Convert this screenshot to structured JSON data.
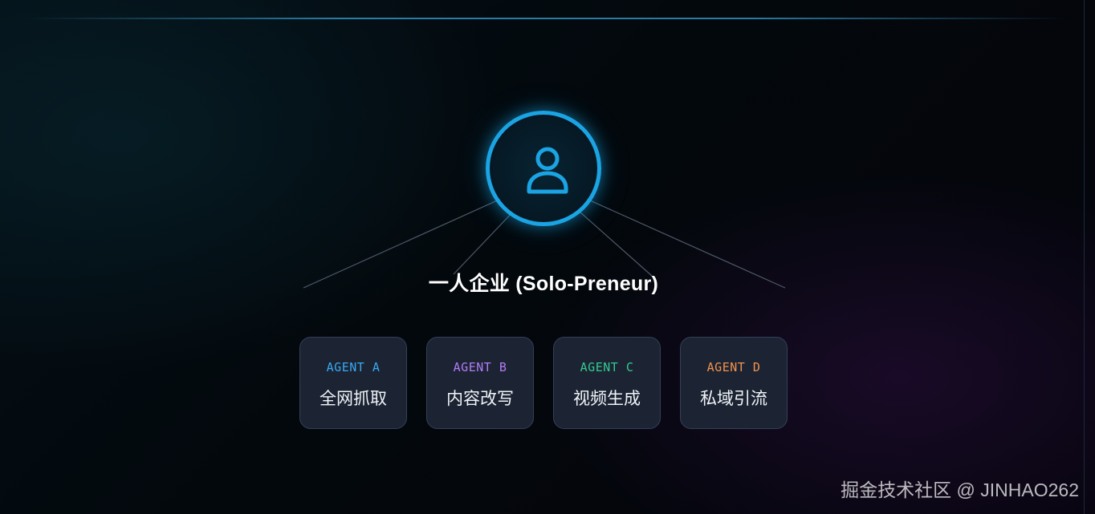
{
  "hub": {
    "icon": "user-icon",
    "title": "一人企业 (Solo-Preneur)",
    "accent_color": "#1ba4e4"
  },
  "agents": [
    {
      "code": "AGENT A",
      "name": "全网抓取",
      "color": "#38a9f0"
    },
    {
      "code": "AGENT B",
      "name": "内容改写",
      "color": "#b07cf5"
    },
    {
      "code": "AGENT C",
      "name": "视频生成",
      "color": "#34c98f"
    },
    {
      "code": "AGENT D",
      "name": "私域引流",
      "color": "#f2924a"
    }
  ],
  "watermark": "掘金技术社区 @ JINHAO262"
}
